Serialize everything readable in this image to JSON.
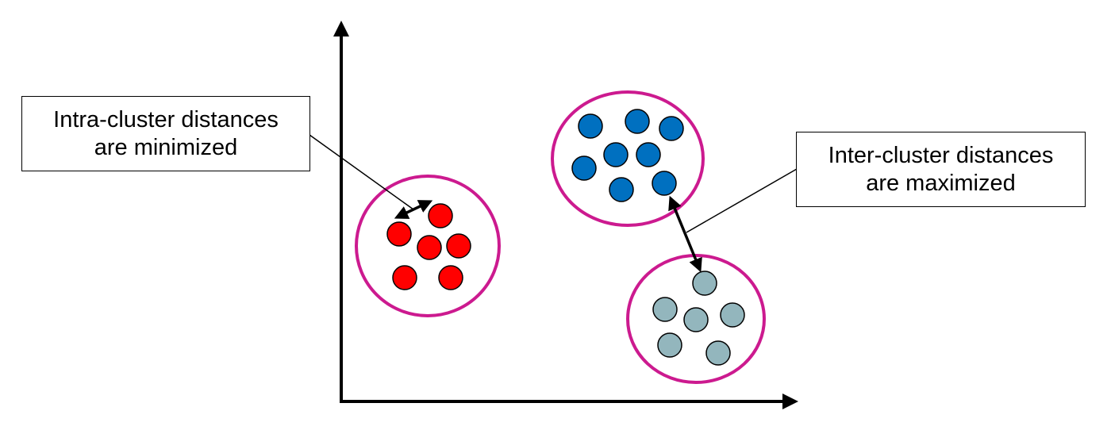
{
  "labels": {
    "intra": {
      "line1": "Intra-cluster distances",
      "line2": "are minimized"
    },
    "inter": {
      "line1": "Inter-cluster distances",
      "line2": "are maximized"
    }
  },
  "colors": {
    "cluster_boundary": "#cc1a8f",
    "red_points": "#ff0000",
    "blue_points": "#0070c0",
    "teal_points": "#93b6bd",
    "point_outline": "#000000",
    "axes": "#000000"
  }
}
